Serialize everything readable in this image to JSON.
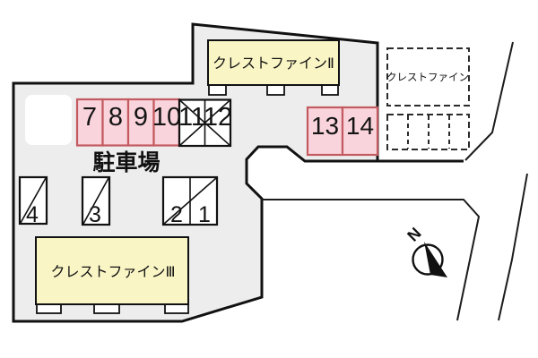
{
  "site": {
    "area_label": "駐車場",
    "north_label": "N"
  },
  "buildings": {
    "crest_fine_2": "クレストファインⅡ",
    "crest_fine_3": "クレストファインⅢ",
    "crest_fine_existing": "クレストファイン"
  },
  "parking": {
    "pink_row": [
      "7",
      "8",
      "9",
      "10"
    ],
    "crossed_row": [
      "11",
      "12"
    ],
    "pink_pair": [
      "13",
      "14"
    ],
    "slashed_singles": [
      "4",
      "3"
    ],
    "slashed_pair": [
      "2",
      "1"
    ]
  },
  "colors": {
    "site_fill": "#EDEDED",
    "outline": "#111111",
    "available_fill": "#F9D4DC",
    "available_border": "#C35A5F",
    "building_fill": "#FAF5C5"
  }
}
